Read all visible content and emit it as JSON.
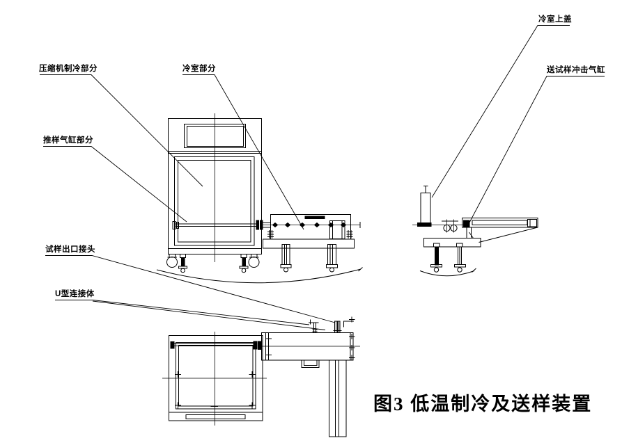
{
  "figure": {
    "caption": "图3 低温制冷及送样装置",
    "labels": [
      {
        "id": "compressor-refrigeration-section",
        "text": "压缩机制冷部分"
      },
      {
        "id": "cold-chamber-section",
        "text": "冷室部分"
      },
      {
        "id": "push-sample-cylinder-section",
        "text": "推样气缸部分"
      },
      {
        "id": "cold-chamber-top-cover",
        "text": "冷室上盖"
      },
      {
        "id": "sample-feed-impact-cylinder",
        "text": "送试样冲击气缸"
      },
      {
        "id": "sample-outlet-connector",
        "text": "试样出口接头"
      },
      {
        "id": "u-shaped-connector",
        "text": "U型连接体"
      }
    ],
    "colors": {
      "line": "#000000",
      "background": "#ffffff"
    }
  }
}
